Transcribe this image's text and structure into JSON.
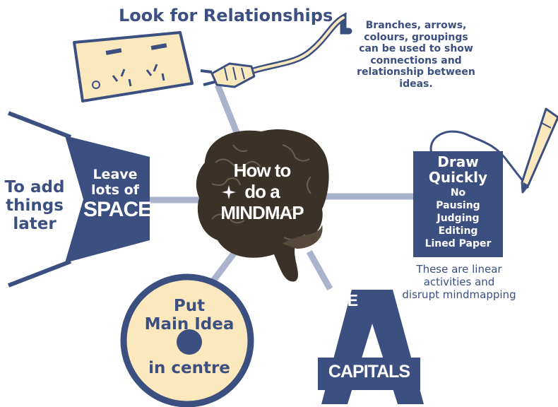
{
  "header": {
    "title": "Look for Relationships"
  },
  "relationships_note": [
    "Branches, arrows,",
    "colours, groupings",
    "can be used to show",
    "connections and",
    "relationship between",
    "ideas."
  ],
  "center": {
    "lines": [
      "How to",
      "do a",
      "MINDMAP"
    ]
  },
  "space_panel": {
    "lines": [
      "Leave",
      "lots of",
      "SPACE"
    ]
  },
  "add_later": {
    "lines": [
      "To add",
      "things",
      "later"
    ]
  },
  "draw_quickly": {
    "title_lines": [
      "Draw",
      "Quickly"
    ],
    "items": [
      "No",
      "Pausing",
      "Judging",
      "Editing",
      "Lined Paper"
    ]
  },
  "linear_note": [
    "These are linear",
    "activities and",
    "disrupt mindmapping"
  ],
  "main_idea": {
    "top": [
      "Put",
      "Main Idea"
    ],
    "bottom": "in centre"
  },
  "capitals": {
    "top": "USE",
    "letter": "A",
    "bottom": "CAPITALS"
  },
  "colors": {
    "navy": "#3b4f80",
    "cream": "#fce8bd",
    "spoke": "#a9b3cb",
    "brain": "#3a3128"
  }
}
